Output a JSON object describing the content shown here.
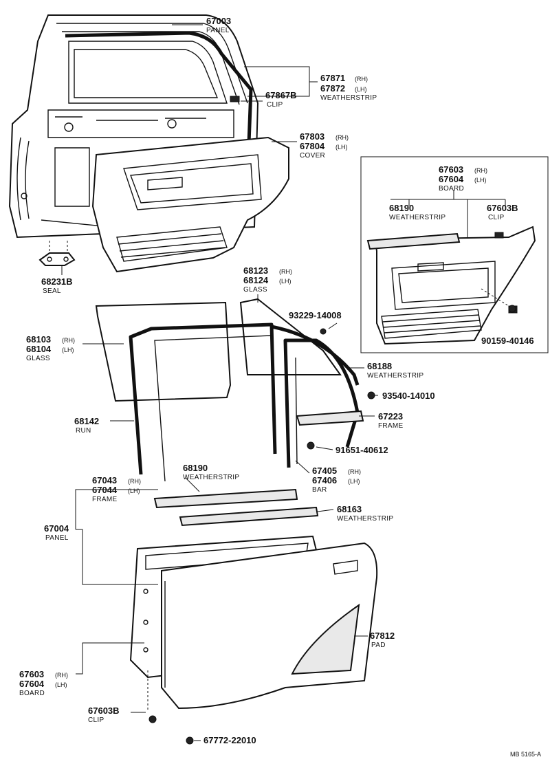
{
  "callouts": [
    {
      "id": "67003",
      "lines": [
        {
          "pn": "67003",
          "side": ""
        }
      ],
      "name": "PANEL"
    },
    {
      "id": "67871",
      "lines": [
        {
          "pn": "67871",
          "side": "(RH)"
        },
        {
          "pn": "67872",
          "side": "(LH)"
        }
      ],
      "name": "WEATHERSTRIP"
    },
    {
      "id": "67867B",
      "lines": [
        {
          "pn": "67867B",
          "side": ""
        }
      ],
      "name": "CLIP"
    },
    {
      "id": "67803",
      "lines": [
        {
          "pn": "67803",
          "side": "(RH)"
        },
        {
          "pn": "67804",
          "side": "(LH)"
        }
      ],
      "name": "COVER"
    },
    {
      "id": "67603inset",
      "lines": [
        {
          "pn": "67603",
          "side": "(RH)"
        },
        {
          "pn": "67604",
          "side": "(LH)"
        }
      ],
      "name": "BOARD"
    },
    {
      "id": "68190inset",
      "lines": [
        {
          "pn": "68190",
          "side": ""
        }
      ],
      "name": "WEATHERSTRIP"
    },
    {
      "id": "67603Binset",
      "lines": [
        {
          "pn": "67603B",
          "side": ""
        }
      ],
      "name": "CLIP"
    },
    {
      "id": "90159",
      "lines": [
        {
          "pn": "90159-40146",
          "side": ""
        }
      ],
      "name": ""
    },
    {
      "id": "68231B",
      "lines": [
        {
          "pn": "68231B",
          "side": ""
        }
      ],
      "name": "SEAL"
    },
    {
      "id": "68123",
      "lines": [
        {
          "pn": "68123",
          "side": "(RH)"
        },
        {
          "pn": "68124",
          "side": "(LH)"
        }
      ],
      "name": "GLASS"
    },
    {
      "id": "93229",
      "lines": [
        {
          "pn": "93229-14008",
          "side": ""
        }
      ],
      "name": ""
    },
    {
      "id": "68103",
      "lines": [
        {
          "pn": "68103",
          "side": "(RH)"
        },
        {
          "pn": "68104",
          "side": "(LH)"
        }
      ],
      "name": "GLASS"
    },
    {
      "id": "68188",
      "lines": [
        {
          "pn": "68188",
          "side": ""
        }
      ],
      "name": "WEATHERSTRIP"
    },
    {
      "id": "93540",
      "lines": [
        {
          "pn": "93540-14010",
          "side": ""
        }
      ],
      "name": ""
    },
    {
      "id": "67223",
      "lines": [
        {
          "pn": "67223",
          "side": ""
        }
      ],
      "name": "FRAME"
    },
    {
      "id": "68142",
      "lines": [
        {
          "pn": "68142",
          "side": ""
        }
      ],
      "name": "RUN"
    },
    {
      "id": "91651",
      "lines": [
        {
          "pn": "91651-40612",
          "side": ""
        }
      ],
      "name": ""
    },
    {
      "id": "67043",
      "lines": [
        {
          "pn": "67043",
          "side": "(RH)"
        },
        {
          "pn": "67044",
          "side": "(LH)"
        }
      ],
      "name": "FRAME"
    },
    {
      "id": "68190",
      "lines": [
        {
          "pn": "68190",
          "side": ""
        }
      ],
      "name": "WEATHERSTRIP"
    },
    {
      "id": "67405",
      "lines": [
        {
          "pn": "67405",
          "side": "(RH)"
        },
        {
          "pn": "67406",
          "side": "(LH)"
        }
      ],
      "name": "BAR"
    },
    {
      "id": "68163",
      "lines": [
        {
          "pn": "68163",
          "side": ""
        }
      ],
      "name": "WEATHERSTRIP"
    },
    {
      "id": "67004",
      "lines": [
        {
          "pn": "67004",
          "side": ""
        }
      ],
      "name": "PANEL"
    },
    {
      "id": "67812",
      "lines": [
        {
          "pn": "67812",
          "side": ""
        }
      ],
      "name": "PAD"
    },
    {
      "id": "67603",
      "lines": [
        {
          "pn": "67603",
          "side": "(RH)"
        },
        {
          "pn": "67604",
          "side": "(LH)"
        }
      ],
      "name": "BOARD"
    },
    {
      "id": "67603B",
      "lines": [
        {
          "pn": "67603B",
          "side": ""
        }
      ],
      "name": "CLIP"
    },
    {
      "id": "67772",
      "lines": [
        {
          "pn": "67772-22010",
          "side": ""
        }
      ],
      "name": ""
    }
  ],
  "figure_id": "MB 5165-A"
}
